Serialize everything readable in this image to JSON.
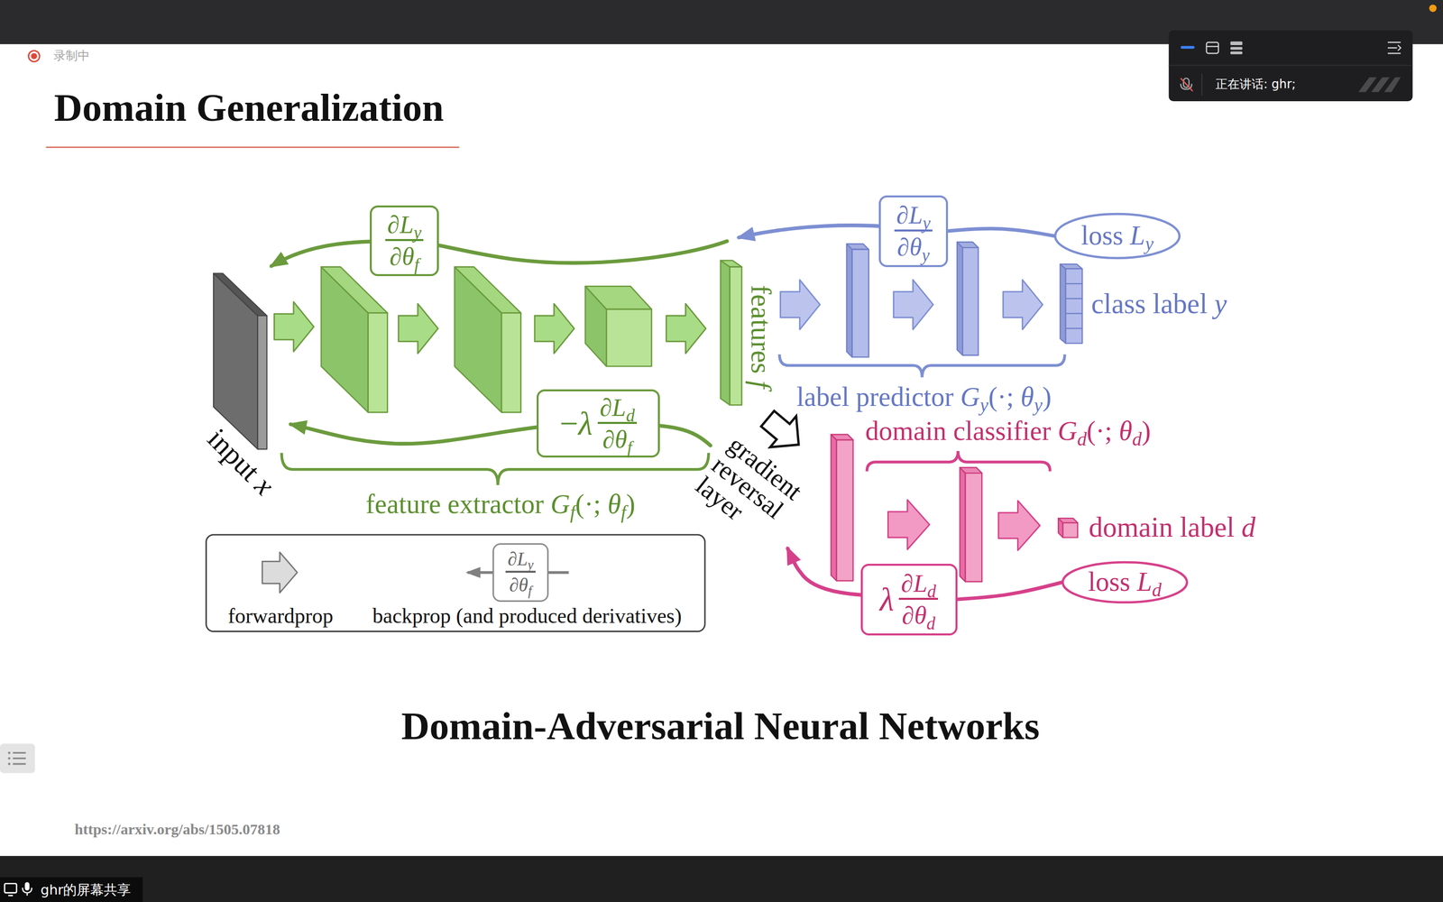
{
  "diagram": {
    "title": "Domain Generalization",
    "caption": "Domain-Adversarial Neural Networks",
    "nodes": [
      {
        "text": [
          "∂Ly",
          "∂θf"
        ]
      },
      {
        "text": [
          "∂Ly",
          "∂θy"
        ]
      },
      {
        "text": [
          "loss Ly"
        ]
      },
      {
        "text": [
          "−λ",
          "∂Ld",
          "∂θf"
        ]
      },
      {
        "text": [
          "∂Ly",
          "∂θf"
        ]
      },
      {
        "text": [
          "λ",
          "∂Ld",
          "∂θd"
        ]
      },
      {
        "text": [
          "loss Ld"
        ]
      }
    ],
    "edges": [
      {
        "from": 2,
        "to": 1,
        "arrow": "none"
      },
      {
        "from": 6,
        "to": 5,
        "arrow": "none"
      }
    ],
    "labels": [
      "录制中",
      "正在讲话: ghr;",
      "features f",
      "class label y",
      "label predictor Gy(·; θy)",
      "domain classifier Gd(·; θd)",
      "input x",
      "gradient reversal layer",
      "domain label d",
      "feature extractor Gf(·; θf)",
      "https://arxiv.org/abs/1505.07818",
      "ghr的屏幕共享"
    ],
    "legend": [
      {
        "text": "forwardprop"
      },
      {
        "text": "backprop (and produced derivatives)"
      }
    ]
  }
}
